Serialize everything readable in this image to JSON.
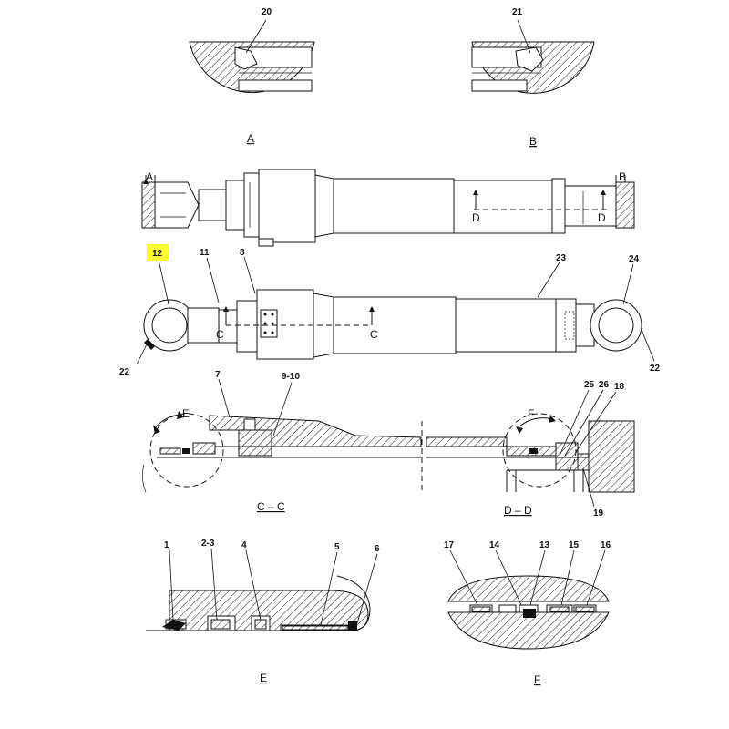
{
  "views": {
    "A": "A",
    "B": "B",
    "CC": "C – C",
    "DD": "D – D",
    "E": "E",
    "F": "F"
  },
  "section_marks": {
    "A": "A",
    "B": "B",
    "C_left": "C",
    "C_right": "C",
    "D_left": "D",
    "D_right": "D",
    "E": "E",
    "F": "F"
  },
  "callouts": {
    "c20": "20",
    "c21": "21",
    "c12": "12",
    "c11": "11",
    "c8": "8",
    "c23": "23",
    "c24": "24",
    "c22_left": "22",
    "c22_right": "22",
    "c7": "7",
    "c9_10": "9-10",
    "c25": "25",
    "c26": "26",
    "c18": "18",
    "c19": "19",
    "c1": "1",
    "c2_3": "2-3",
    "c4": "4",
    "c5": "5",
    "c6": "6",
    "c17": "17",
    "c14": "14",
    "c13": "13",
    "c15": "15",
    "c16": "16"
  },
  "highlight": {
    "item": "12",
    "color": "#ffff33"
  }
}
